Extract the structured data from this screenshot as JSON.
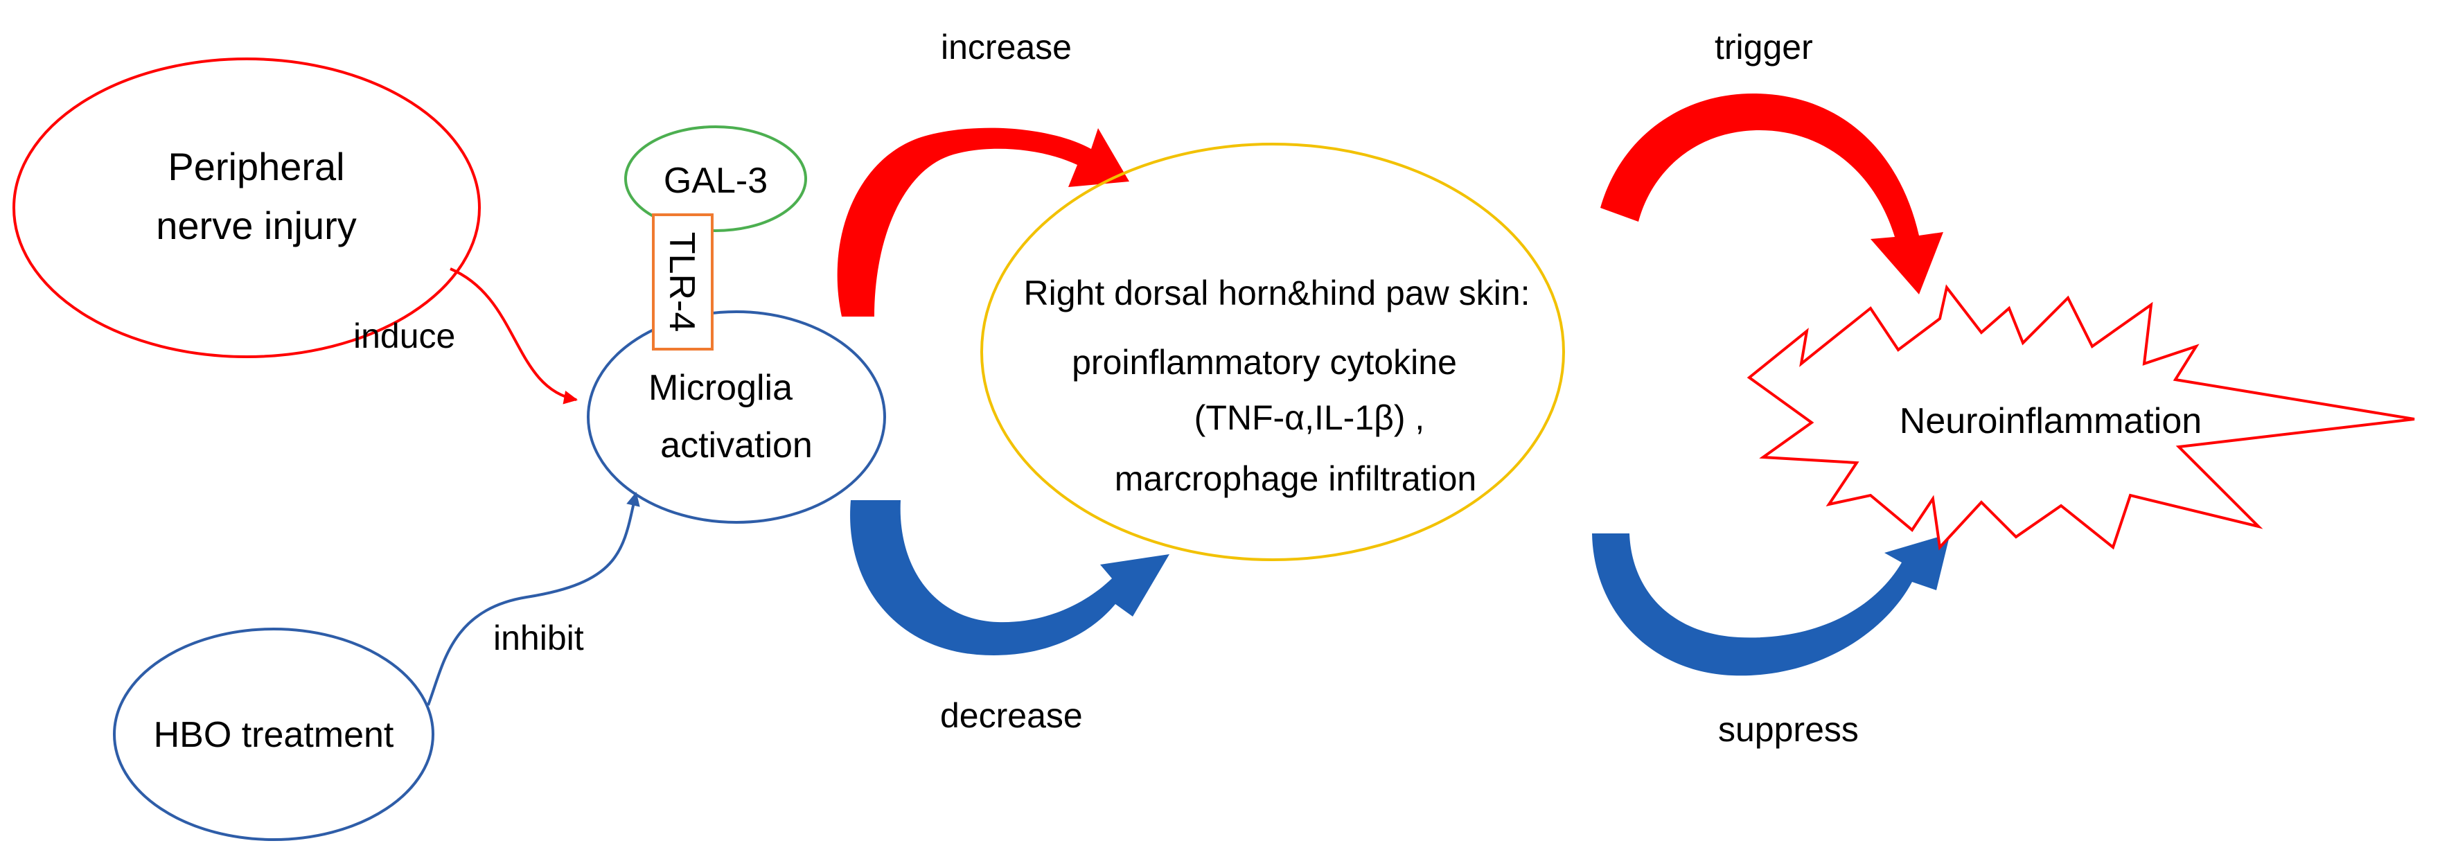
{
  "nodes": {
    "peripheral_nerve_injury": {
      "line1": "Peripheral",
      "line2": "nerve injury"
    },
    "hbo_treatment": {
      "label": "HBO treatment"
    },
    "gal3": {
      "label": "GAL-3"
    },
    "tlr4": {
      "label": "TLR-4"
    },
    "microglia_activation": {
      "line1": "Microglia",
      "line2": "activation"
    },
    "target_tissue": {
      "line1": "Right dorsal horn&hind paw skin:",
      "line2": "proinflammatory cytokine",
      "line3": "(TNF-α,IL-1β) ,",
      "line4": "marcrophage infiltration"
    },
    "neuroinflammation": {
      "label": "Neuroinflammation"
    }
  },
  "edges": {
    "induce": "induce",
    "inhibit": "inhibit",
    "increase": "increase",
    "decrease": "decrease",
    "trigger": "trigger",
    "suppress": "suppress"
  },
  "colors": {
    "red": "#ff0000",
    "blue_outline": "#2e5da8",
    "blue_fill": "#1f5fb4",
    "green": "#4caf50",
    "orange": "#f07a30",
    "yellow": "#f2c100"
  }
}
